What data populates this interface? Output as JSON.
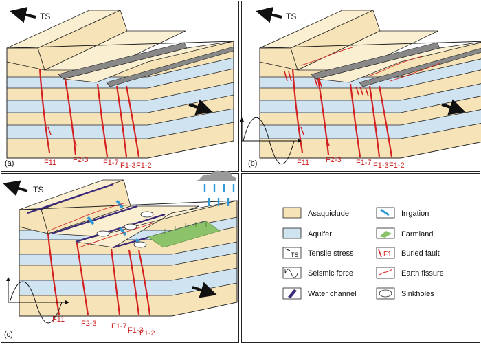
{
  "panels": {
    "a": {
      "label": "(a)",
      "ts": "TS",
      "faults": [
        "F11",
        "F2-3",
        "F1-7",
        "F1-3",
        "F1-2"
      ]
    },
    "b": {
      "label": "(b)",
      "ts": "TS",
      "faults": [
        "F11",
        "F2-3",
        "F1-7",
        "F1-3",
        "F1-2"
      ]
    },
    "c": {
      "label": "(c)",
      "ts": "TS",
      "faults": [
        "F11",
        "F2-3",
        "F1-7",
        "F1-3",
        "F1-2"
      ]
    }
  },
  "legend": {
    "items": [
      {
        "key": "asaquiclude",
        "label": "Asaquiclude",
        "icon": "asaquiclude-swatch"
      },
      {
        "key": "aquifer",
        "label": "Aquifer",
        "icon": "aquifer-swatch"
      },
      {
        "key": "tensile",
        "label": "Tensile stress",
        "icon": "tensile-stress-icon",
        "symbol": "TS"
      },
      {
        "key": "seismic",
        "label": "Seismic force",
        "icon": "seismic-force-icon"
      },
      {
        "key": "channel",
        "label": "Water channel",
        "icon": "water-channel-icon"
      },
      {
        "key": "irrigation",
        "label": "Irrgation",
        "icon": "irrigation-icon"
      },
      {
        "key": "farmland",
        "label": "Farmland",
        "icon": "farmland-icon"
      },
      {
        "key": "buried",
        "label": "Buried fault",
        "icon": "buried-fault-icon",
        "symbol": "F1"
      },
      {
        "key": "fissure",
        "label": "Earth fissure",
        "icon": "earth-fissure-icon"
      },
      {
        "key": "sinkholes",
        "label": "Sinkholes",
        "icon": "sinkhole-icon"
      }
    ]
  },
  "colors": {
    "asaquiclude": "#f7e3b8",
    "asaquiclude_top": "#fbefd2",
    "aquifer": "#cfe3f1",
    "fault": "#d42020",
    "channel": "#3b2a7a",
    "irrigation": "#2f9ad6",
    "farmland": "#8cc26a",
    "cloud": "#9a9a9a",
    "rain": "#2f9ad6",
    "outline": "#222222"
  }
}
